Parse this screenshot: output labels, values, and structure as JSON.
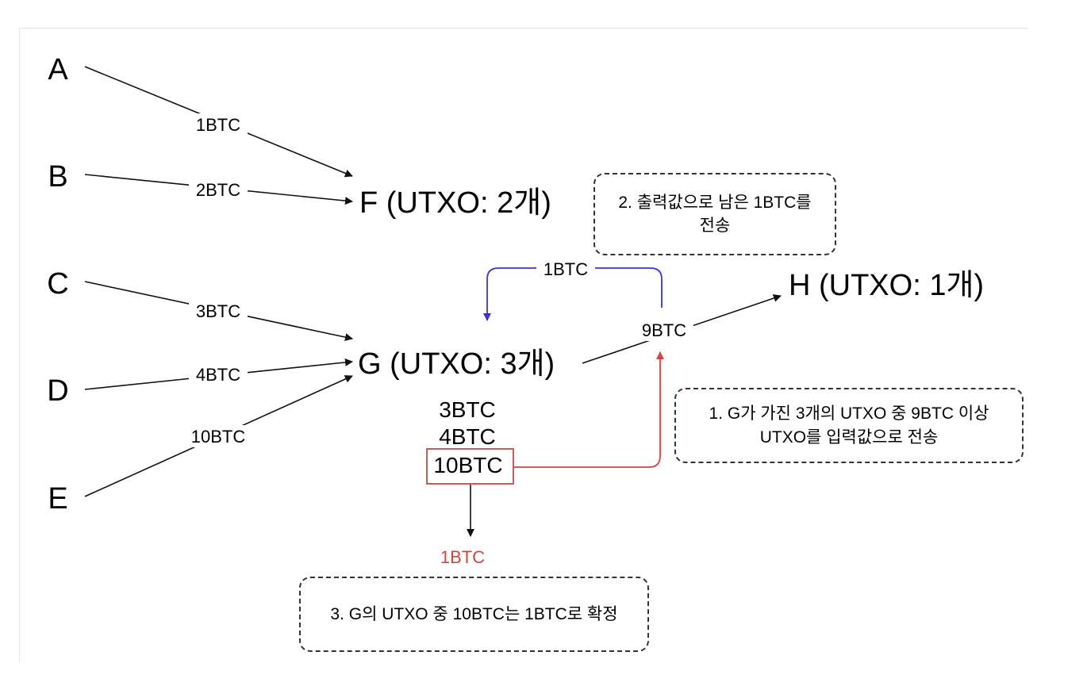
{
  "nodes": {
    "a": "A",
    "b": "B",
    "c": "C",
    "d": "D",
    "e": "E",
    "f": "F (UTXO: 2개)",
    "g": "G (UTXO: 3개)",
    "h": "H (UTXO: 1개)"
  },
  "edge_labels": {
    "a_f": "1BTC",
    "b_f": "2BTC",
    "c_g": "3BTC",
    "d_g": "4BTC",
    "e_g": "10BTC",
    "g_h": "9BTC",
    "change": "1BTC",
    "result": "1BTC"
  },
  "g_utxos": [
    "3BTC",
    "4BTC",
    "10BTC"
  ],
  "notes": {
    "note1_line1": "1. G가 가진 3개의 UTXO 중 9BTC 이상",
    "note1_line2": "UTXO를 입력값으로 전송",
    "note2_line1": "2. 출력값으로 남은 1BTC를",
    "note2_line2": "전송",
    "note3": "3. G의 UTXO 중 10BTC는 1BTC로 확정"
  },
  "colors": {
    "black": "#111111",
    "blue": "#3535d8",
    "red": "#d6423f"
  }
}
